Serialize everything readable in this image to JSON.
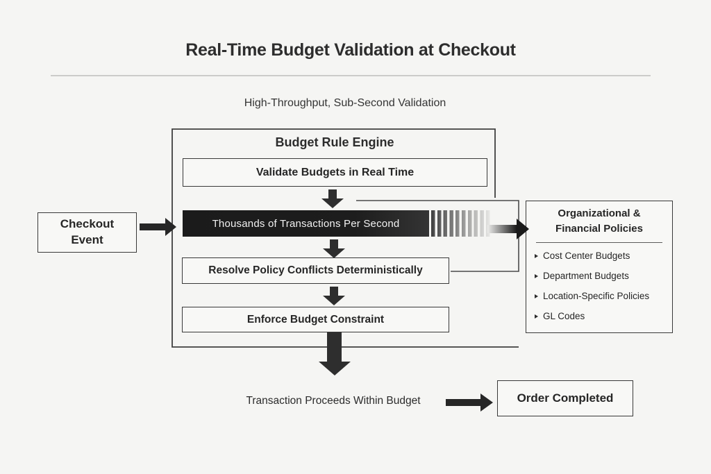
{
  "page": {
    "title": "Real-Time Budget Validation at Checkout",
    "subtitle": "High-Throughput, Sub-Second Validation"
  },
  "checkout": {
    "label": "Checkout Event"
  },
  "engine": {
    "title": "Budget Rule Engine",
    "validate_label": "Validate Budgets in Real Time",
    "throughput_label": "Thousands of Transactions Per Second",
    "resolve_label": "Resolve Policy Conflicts Deterministically",
    "enforce_label": "Enforce Budget Constraint"
  },
  "policies": {
    "title_line1": "Organizational &",
    "title_line2": "Financial Policies",
    "items": [
      "Cost Center Budgets",
      "Department Budgets",
      "Location-Specific Policies",
      "GL Codes"
    ]
  },
  "outcome": {
    "caption": "Transaction Proceeds Within Budget",
    "result_label": "Order Completed"
  },
  "colors": {
    "background": "#f5f5f3",
    "border": "#383838",
    "bar_fill": "#1b1b1b",
    "text": "#262626"
  }
}
